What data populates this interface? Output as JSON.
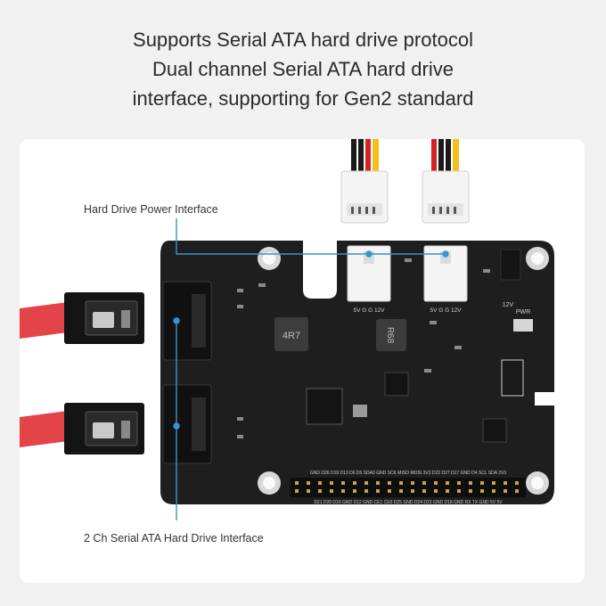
{
  "headline": {
    "line1": "Supports Serial ATA hard drive protocol",
    "line2": "Dual channel Serial ATA hard drive",
    "line3": "interface, supporting for Gen2 standard"
  },
  "callouts": {
    "power_interface": "Hard Drive Power Interface",
    "sata_interface": "2 Ch Serial ATA Hard Drive Interface"
  },
  "board_silkscreen": {
    "inductor_left": "4R7",
    "inductor_right": "R68",
    "pwr_label": "PWR",
    "v12_label": "12V",
    "conn1_pins": "5V G G 12V",
    "conn2_pins": "5V G G 12V",
    "gpio_top": "GND D26 D19 D13 D6 D5 SDA0 GND SCK MISO MOSI 3V3 D22 D27 D17 GND D4 SCL SDA 3V3",
    "gpio_bottom": "D21 D20 D16 GND D12 GND CE1 CE0 D25 GND D24 D23 GND D18 GND RX TX GND 5V 5V"
  },
  "colors": {
    "background": "#f1f1f1",
    "card": "#ffffff",
    "pcb": "#1e1e1e",
    "sata_cable": "#e2444a",
    "callout_line": "#3a94c9",
    "wire_red": "#d42323",
    "wire_yellow": "#f2c01c",
    "wire_black": "#1b1b1b"
  }
}
